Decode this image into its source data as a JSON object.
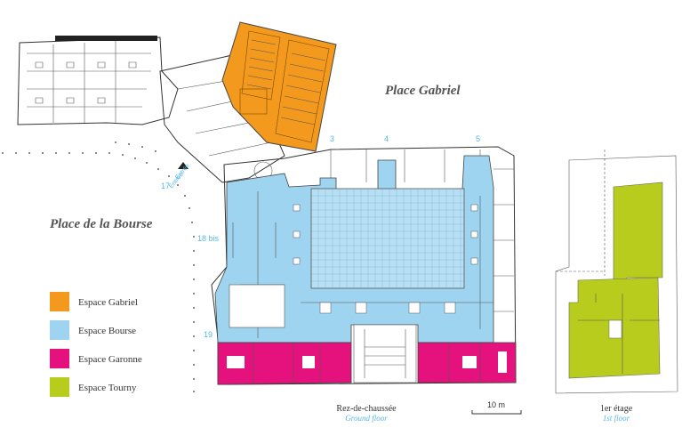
{
  "places": {
    "gabriel": "Place Gabriel",
    "bourse": "Place de la Bourse"
  },
  "entries": {
    "e3": "3",
    "e4": "4",
    "e5": "5",
    "e17": "17",
    "e18": "18 bis",
    "e19": "19",
    "main_entry": "Entrée",
    "main_entry2": "Entrée"
  },
  "legend": {
    "items": [
      {
        "label": "Espace Gabriel",
        "color": "#f39a1e"
      },
      {
        "label": "Espace Bourse",
        "color": "#9fd4f0"
      },
      {
        "label": "Espace Garonne",
        "color": "#e5127d"
      },
      {
        "label": "Espace Tourny",
        "color": "#b8cc1e"
      }
    ]
  },
  "floors": {
    "ground_fr": "Rez-de-chaussée",
    "ground_en": "Ground floor",
    "first_fr": "1er étage",
    "first_en": "1st floor"
  },
  "scale": {
    "label": "10 m"
  }
}
